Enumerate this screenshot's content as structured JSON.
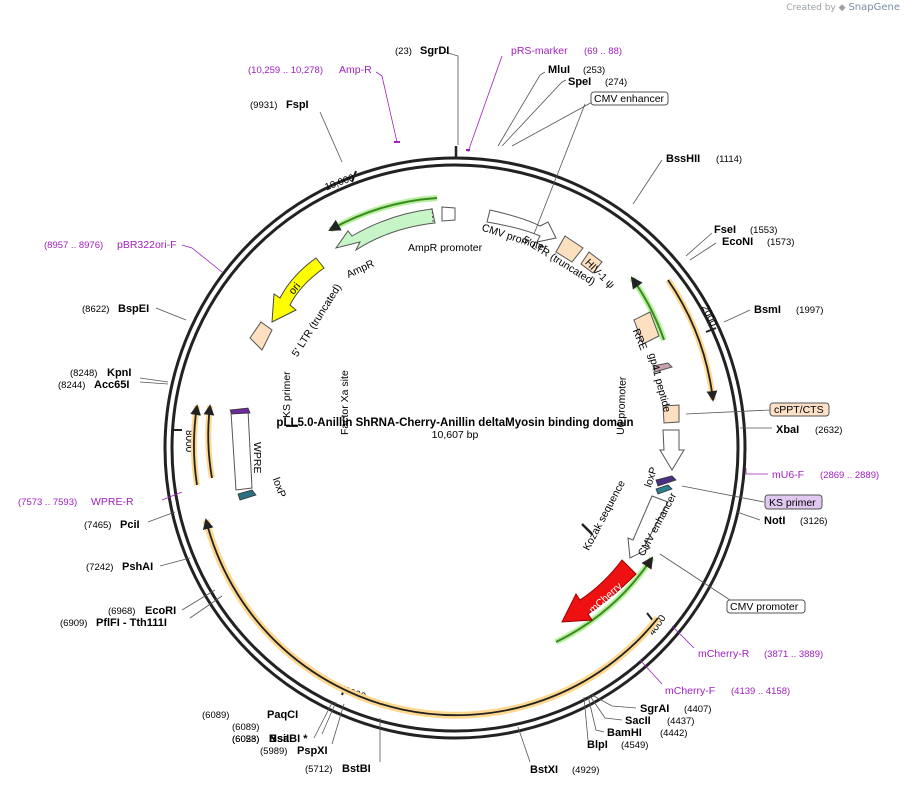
{
  "credit": {
    "created_by": "Created by",
    "brand": "SnapGene"
  },
  "plasmid": {
    "name": "pLL5.0-Anillin ShRNA-Cherry-Anillin deltaMyosin binding domain",
    "length_label": "10,607 bp"
  },
  "enzymes": [
    {
      "name": "SgrDI",
      "pos": "(23)"
    },
    {
      "name": "MluI",
      "pos": "(253)"
    },
    {
      "name": "SpeI",
      "pos": "(274)"
    },
    {
      "name": "BssHII",
      "pos": "(1114)"
    },
    {
      "name": "FseI",
      "pos": "(1553)"
    },
    {
      "name": "EcoNI",
      "pos": "(1573)"
    },
    {
      "name": "BsmI",
      "pos": "(1997)"
    },
    {
      "name": "XbaI",
      "pos": "(2632)"
    },
    {
      "name": "NotI",
      "pos": "(3126)"
    },
    {
      "name": "SgrAI",
      "pos": "(4407)"
    },
    {
      "name": "SacII",
      "pos": "(4437)"
    },
    {
      "name": "BamHI",
      "pos": "(4442)"
    },
    {
      "name": "BlpI",
      "pos": "(4549)"
    },
    {
      "name": "BstXI",
      "pos": "(4929)"
    },
    {
      "name": "BstBI",
      "pos": "(5712)"
    },
    {
      "name": "PspXI",
      "pos": "(5989)"
    },
    {
      "name": "BsaBI *",
      "pos": "(6028)"
    },
    {
      "name": "NsiI",
      "pos": "(6053)"
    },
    {
      "name": "PaqCI",
      "pos": "(6089)"
    },
    {
      "name": "PflFI - Tth111I",
      "pos": "(6909)"
    },
    {
      "name": "EcoRI",
      "pos": "(6968)"
    },
    {
      "name": "PshAI",
      "pos": "(7242)"
    },
    {
      "name": "PciI",
      "pos": "(7465)"
    },
    {
      "name": "Acc65I",
      "pos": "(8244)"
    },
    {
      "name": "KpnI",
      "pos": "(8248)"
    },
    {
      "name": "BspEI",
      "pos": "(8622)"
    },
    {
      "name": "FspI",
      "pos": "(9931)"
    }
  ],
  "primers": [
    {
      "name": "Amp-R",
      "range": "(10,259 .. 10,278)"
    },
    {
      "name": "pRS-marker",
      "range": "(69 .. 88)"
    },
    {
      "name": "pBR322ori-F",
      "range": "(8957 .. 8976)"
    },
    {
      "name": "WPRE-R",
      "range": "(7573 .. 7593)"
    },
    {
      "name": "mU6-F",
      "range": "(2869 .. 2889)"
    },
    {
      "name": "mCherry-R",
      "range": "(3871 .. 3889)"
    },
    {
      "name": "mCherry-F",
      "range": "(4139 .. 4158)"
    }
  ],
  "boxed_labels": {
    "cmv_enhancer": "CMV enhancer",
    "cppt_cts": "cPPT/CTS",
    "ks_primer": "KS primer",
    "cmv_promoter": "CMV promoter"
  },
  "features": {
    "ampr": "AmpR",
    "ampr_promoter": "AmpR promoter",
    "cmv_promoter": "CMV promoter",
    "ltr5_a": "5' LTR (truncated)",
    "hiv_psi": "HIV-1 ψ",
    "rre": "RRE",
    "gp41": "gp41 peptide",
    "u6_promoter": "U6 promoter",
    "loxp_right": "loxP",
    "cmv_enhancer": "CMV enhancer",
    "kozak": "Kozak sequence",
    "mcherry": "mCherry",
    "ori": "ori",
    "ltr5_b": "5' LTR (truncated)",
    "ks_primer": "KS primer",
    "factor_xa": "Factor Xa site",
    "wpre": "WPRE",
    "loxp_left": "loxP"
  },
  "ticks": [
    "10,000",
    "2000",
    "4000",
    "6000",
    "8000"
  ],
  "colors": {
    "backbone": "#222222",
    "primer": "#a020c0",
    "ampr_fill": "#c8f5c8",
    "ori_fill": "#ffff00",
    "mcherry_fill": "#ee1111",
    "ltr_fill": "#fde0c0",
    "orf_green": "#3a8a20",
    "orf_orange": "#e8a020",
    "ks_primer_box": "#e0c8f0",
    "cppt_box": "#fde0c8"
  }
}
